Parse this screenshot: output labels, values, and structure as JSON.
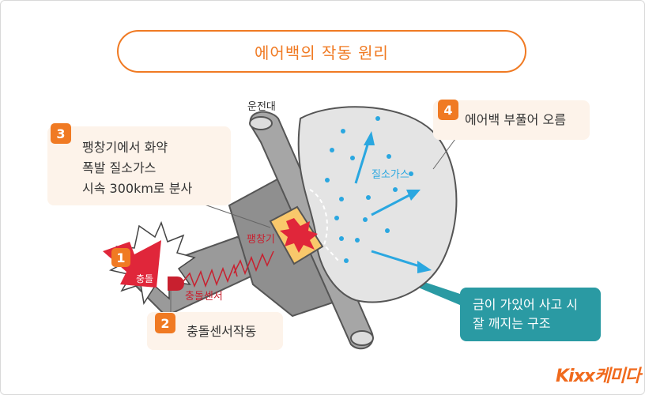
{
  "title": "에어백의 작동 원리",
  "labels": {
    "steering_wheel": "운전대",
    "inflator": "팽창기",
    "gas": "질소가스",
    "sensor": "충돌센서",
    "impact": "충돌"
  },
  "steps": [
    {
      "number": "1",
      "text": "충돌"
    },
    {
      "number": "2",
      "text": "충돌센서작동"
    },
    {
      "number": "3",
      "lines": [
        "팽창기에서 화약",
        "폭발 질소가스",
        "시속 300km로 분사"
      ]
    },
    {
      "number": "4",
      "text": "에어백 부풀어 오름"
    }
  ],
  "note": {
    "lines": [
      "금이 가있어 사고 시",
      "잘 깨지는 구조"
    ]
  },
  "logo": "Kixx케미다",
  "colors": {
    "accent": "#f07a23",
    "teal": "#2a9aa3",
    "impact_red": "#e0263a",
    "gas_blue": "#2aa7e0",
    "wire_red": "#c8202f"
  }
}
